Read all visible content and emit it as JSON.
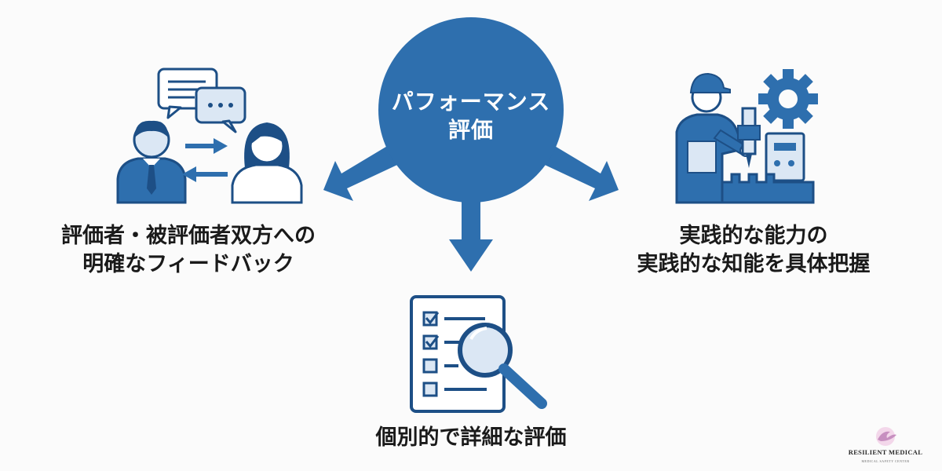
{
  "center": {
    "line1": "パフォーマンス",
    "line2": "評価"
  },
  "branches": {
    "left": {
      "line1": "評価者・被評価者双方への",
      "line2": "明確なフィードバック",
      "icon": "two-people-chat-icon"
    },
    "right": {
      "line1": "実践的な能力の",
      "line2": "実践的な知能を具体把握",
      "icon": "worker-machine-icon"
    },
    "bottom": {
      "line1": "個別的で詳細な評価",
      "icon": "checklist-magnifier-icon"
    }
  },
  "logo": {
    "name": "RESILIENT MEDICAL",
    "sub": "MEDICAL SAFETY CENTER"
  },
  "colors": {
    "primary": "#2e6fae",
    "dark": "#1d4f86",
    "light": "#dbe7f4",
    "text": "#1a1a1a"
  }
}
